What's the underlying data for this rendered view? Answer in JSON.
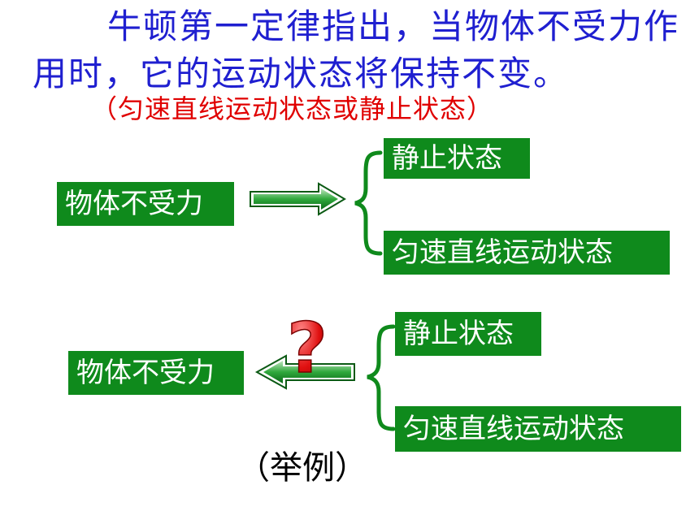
{
  "heading": {
    "text": "牛顿第一定律指出，当物体不受力作用时，它的运动状态将保持不变。",
    "note": "（匀速直线运动状态或静止状态）"
  },
  "diagram1": {
    "source": "物体不受力",
    "result_a": "静止状态",
    "result_b": "匀速直线运动状态"
  },
  "diagram2": {
    "target": "物体不受力",
    "state_a": "静止状态",
    "state_b": "匀速直线运动状态",
    "question_mark": "?"
  },
  "example_label": "（举例）",
  "colors": {
    "heading": "#1f1fd0",
    "note": "#e00000",
    "box_fill": "#0f8a1c",
    "box_text": "#ffffff",
    "question_mark": "#e01010"
  },
  "icons": {
    "arrow1": "right-arrow-icon",
    "arrow2": "left-arrow-icon",
    "brace": "left-brace-icon"
  }
}
